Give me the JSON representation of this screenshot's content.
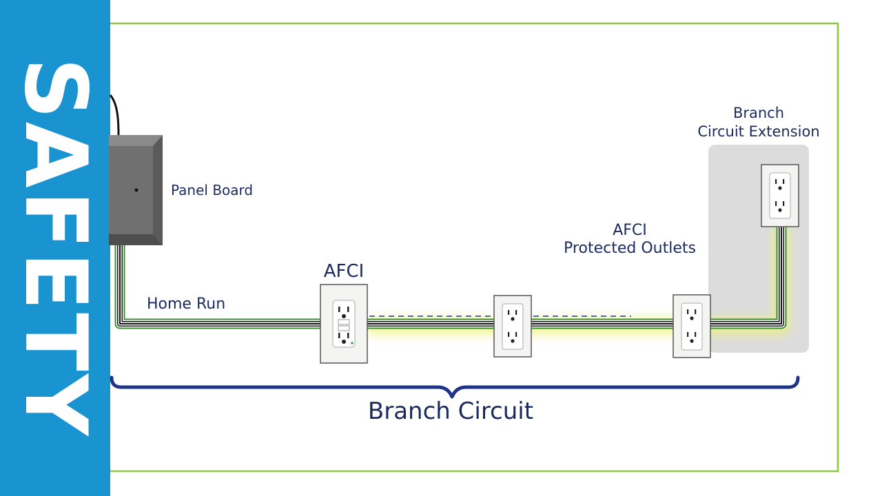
{
  "side_banner": {
    "text": "SAFETY"
  },
  "labels": {
    "panel_board": "Panel Board",
    "home_run": "Home Run",
    "afci": "AFCI",
    "afci_protected_outlets": [
      "AFCI",
      "Protected Outlets"
    ],
    "branch_circuit_extension": [
      "Branch",
      "Circuit Extension"
    ],
    "branch_circuit": "Branch Circuit"
  },
  "colors": {
    "side_band": "#1a93d1",
    "frame_border": "#8dc63f",
    "wire_ground": "#3a8f2e",
    "wire_hot": "#111111",
    "protected_glow": "#eef27a",
    "label_text": "#1b2a5e",
    "brace": "#1d3489",
    "extension_zone": "#dcdcdc",
    "panel_board": "#6e6e6e"
  },
  "icons": [
    "panel-board-icon",
    "afci-outlet-icon",
    "duplex-outlet-icon"
  ]
}
